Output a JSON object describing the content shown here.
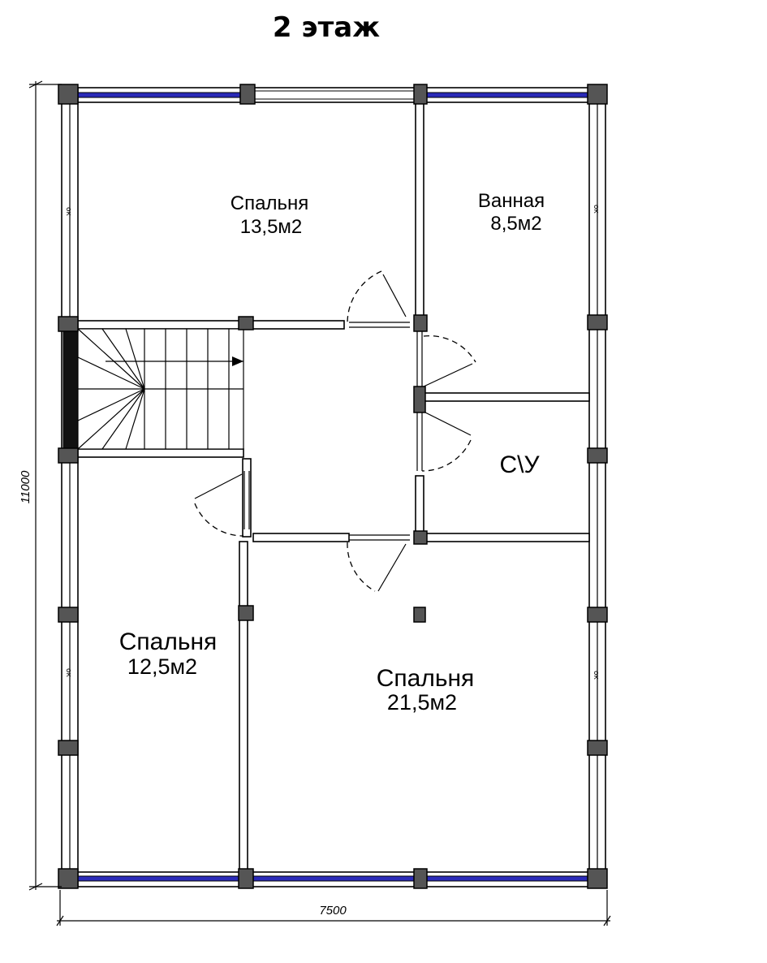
{
  "title": "2 этаж",
  "rooms": [
    {
      "name": "Спальня",
      "area": "13,5м2"
    },
    {
      "name": "Ванная",
      "area": "8,5м2"
    },
    {
      "name": "С\\У",
      "area": ""
    },
    {
      "name": "Спальня",
      "area": "12,5м2"
    },
    {
      "name": "Спальня",
      "area": "21,5м2"
    }
  ],
  "dimensions": {
    "height": "11000",
    "width": "7500"
  },
  "window_marks": [
    "ок",
    "ок",
    "ок",
    "ок"
  ],
  "colors": {
    "glazing": "#2a2ab8",
    "wall": "#ffffff",
    "post": "#555555",
    "line": "#000000"
  }
}
